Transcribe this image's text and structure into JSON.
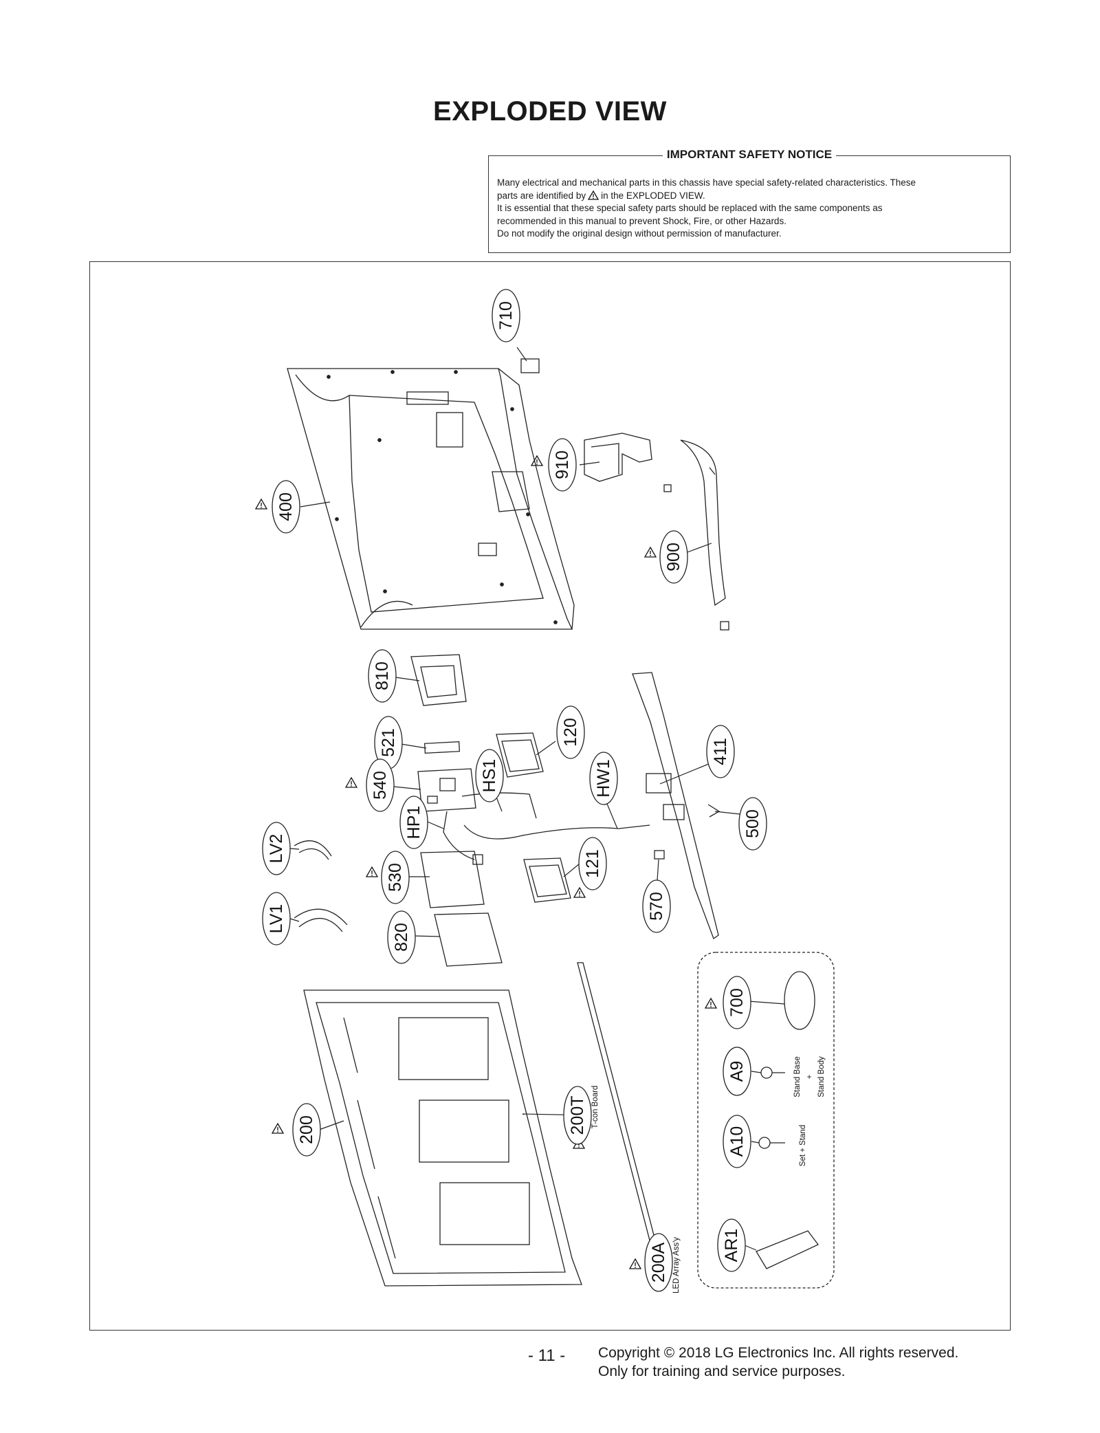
{
  "title": "EXPLODED VIEW",
  "notice": {
    "heading": "IMPORTANT SAFETY NOTICE",
    "line1": "Many electrical and mechanical parts in this chassis have special safety-related characteristics. These",
    "line2a": "parts are identified by",
    "line2b": "in the EXPLODED VIEW.",
    "line3": "It is essential that these special safety parts should be replaced with the same components as",
    "line4": "recommended in this manual to prevent Shock, Fire, or other Hazards.",
    "line5": "Do not modify the original design without permission of manufacturer."
  },
  "parts": {
    "p710": "710",
    "p910": "910",
    "p400": "400",
    "p900": "900",
    "p810": "810",
    "p521": "521",
    "p120": "120",
    "p411": "411",
    "p540": "540",
    "pHS1": "HS1",
    "pHW1": "HW1",
    "pHP1": "HP1",
    "p500": "500",
    "pLV2": "LV2",
    "p530": "530",
    "p121": "121",
    "p570": "570",
    "pLV1": "LV1",
    "p820": "820",
    "p700": "700",
    "pA9": "A9",
    "pA10": "A10",
    "p200": "200",
    "p200T": "200T",
    "p200A": "200A",
    "pAR1": "AR1"
  },
  "captions": {
    "tcon": "T-con Board",
    "led": "LED Array Ass'y",
    "stand_base": "Stand Base",
    "plus1": "+",
    "stand_body": "Stand Body",
    "set_stand": "Set + Stand"
  },
  "footer": {
    "page": "- 11 -",
    "copyright": "Copyright © 2018 LG Electronics Inc. All rights reserved.",
    "purpose": "Only for training and service purposes."
  }
}
